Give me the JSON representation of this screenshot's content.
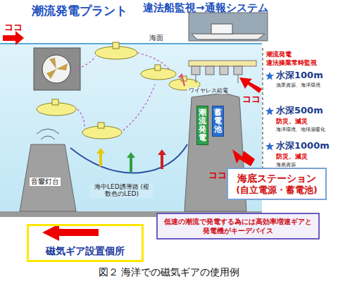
{
  "diagram": {
    "caption": "図２ 海洋での磁気ギアの使用例",
    "nodes": [
      {
        "text": [
          "潮流発電"
        ]
      },
      {
        "text": [
          "蓄電池"
        ]
      },
      {
        "text": [
          "海底ステーション",
          "(自立電源・蓄電池)"
        ]
      },
      {
        "text": [
          "低速の潮流で発電する為には高効率増速ギアと発電機がキーデバイス"
        ]
      },
      {
        "text": [
          "磁気ギア設置個所"
        ]
      }
    ],
    "labels": [
      "潮流発電プラント",
      "ココ",
      "違法船監視→通報システム",
      "海面",
      "潮流発電",
      "違法操業常時監視",
      "水深100m",
      "漁業資源、海洋環境",
      "水深500m",
      "防災、減災",
      "海洋環境、地球温暖化",
      "水深1000m",
      "防災、減災",
      "海底資源",
      "ココ",
      "ワイヤレス給電",
      "ココ",
      "音響灯台",
      "海中LED誘導路 (複数色のLED)"
    ]
  }
}
